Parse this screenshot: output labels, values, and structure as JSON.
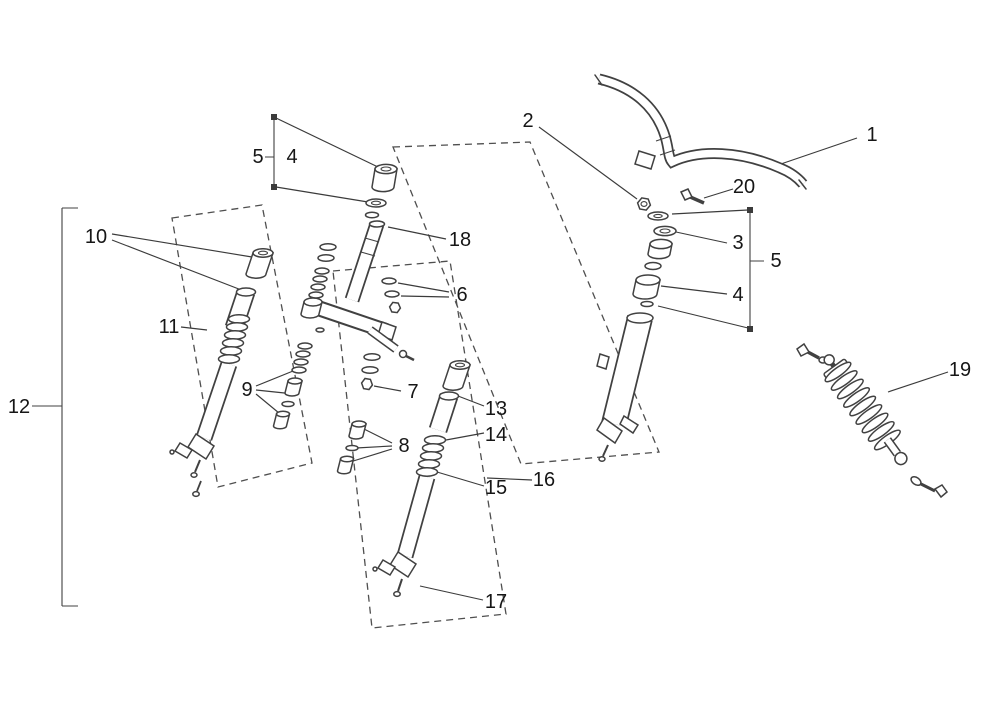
{
  "colors": {
    "background": "#ffffff",
    "line": "#414141",
    "label": "#161616"
  },
  "labels": {
    "l1": "1",
    "l2": "2",
    "l3": "3",
    "l4a": "4",
    "l4b": "4",
    "l5a": "5",
    "l5b": "5",
    "l6": "6",
    "l7": "7",
    "l8": "8",
    "l9": "9",
    "l10": "10",
    "l11": "11",
    "l12": "12",
    "l13": "13",
    "l14": "14",
    "l15": "15",
    "l16": "16",
    "l17": "17",
    "l18": "18",
    "l19": "19",
    "l20": "20"
  }
}
